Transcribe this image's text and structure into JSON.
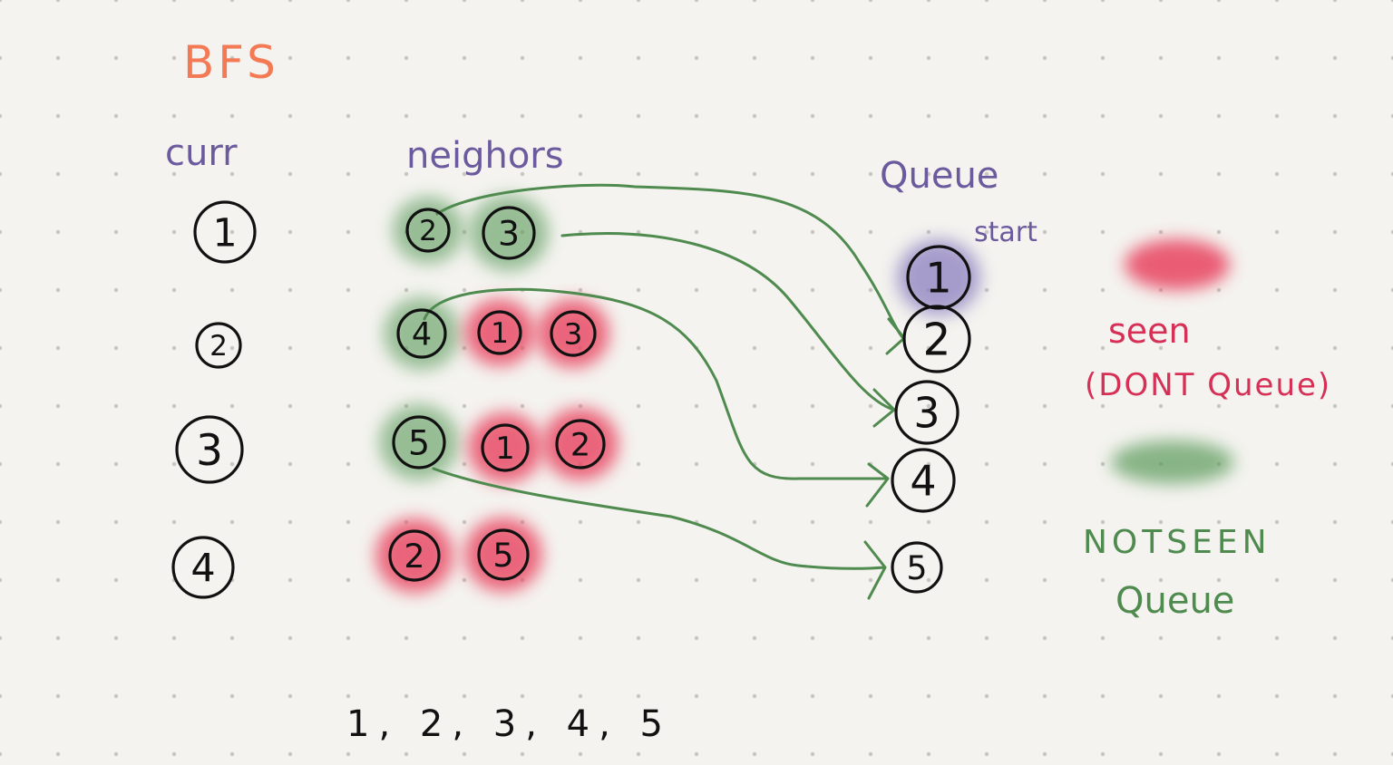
{
  "title": "BFS",
  "headers": {
    "curr": "curr",
    "neighbors": "neighors",
    "queue": "Queue"
  },
  "start_label": "start",
  "curr_nodes": [
    "1",
    "2",
    "3",
    "4"
  ],
  "neighbor_rows": [
    [
      {
        "label": "2",
        "state": "notseen"
      },
      {
        "label": "3",
        "state": "notseen"
      }
    ],
    [
      {
        "label": "4",
        "state": "notseen"
      },
      {
        "label": "1",
        "state": "seen"
      },
      {
        "label": "3",
        "state": "seen"
      }
    ],
    [
      {
        "label": "5",
        "state": "notseen"
      },
      {
        "label": "1",
        "state": "seen"
      },
      {
        "label": "2",
        "state": "seen"
      }
    ],
    [
      {
        "label": "2",
        "state": "seen"
      },
      {
        "label": "5",
        "state": "seen"
      }
    ]
  ],
  "queue": [
    "1",
    "2",
    "3",
    "4",
    "5"
  ],
  "legend": {
    "seen": "seen",
    "seen_note": "(DONT Queue)",
    "not_seen": "NOTSEEN",
    "not_seen_note": "Queue"
  },
  "order": "1, 2, 3, 4, 5",
  "colors": {
    "seen": "#e8435f",
    "not_seen": "#5a9a5a",
    "start": "#8c7fc0",
    "arrow": "#4f8a4f",
    "title": "#f47a55",
    "header": "#6b5a9e"
  }
}
